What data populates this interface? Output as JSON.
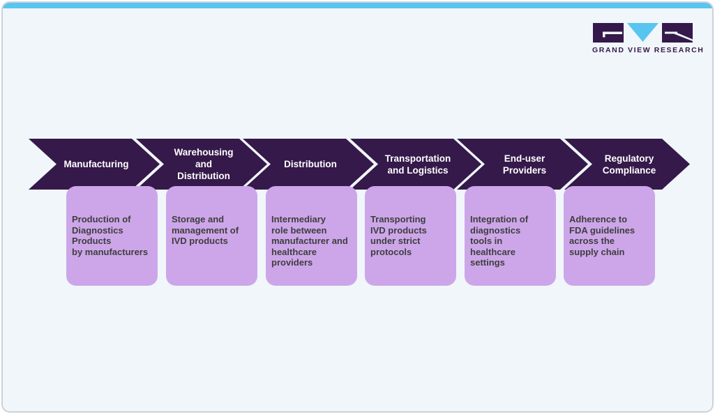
{
  "brand": {
    "name": "GRAND VIEW RESEARCH",
    "logo_icons": [
      "g-block-icon",
      "v-triangle-icon",
      "r-block-icon"
    ]
  },
  "colors": {
    "dark_purple": "#35194a",
    "light_purple": "#cda6e9",
    "cyan_bar": "#58c5f0",
    "card_background": "#f0f6fa",
    "box_text": "#3e3e3e",
    "arrow_text": "#ffffff"
  },
  "stages": [
    {
      "label": "Manufacturing",
      "description": "Production of\nDiagnostics\nProducts\nby manufacturers"
    },
    {
      "label": "Warehousing and\nDistribution",
      "description": "Storage and\nmanagement of\nIVD products"
    },
    {
      "label": "Distribution",
      "description": "Intermediary\nrole between\nmanufacturer and\nhealthcare\nproviders"
    },
    {
      "label": "Transportation\nand Logistics",
      "description": "Transporting\nIVD products\nunder strict\nprotocols"
    },
    {
      "label": "End-user\nProviders",
      "description": "Integration of\ndiagnostics\ntools in\nhealthcare\nsettings"
    },
    {
      "label": "Regulatory\nCompliance",
      "description": "Adherence to\nFDA guidelines\nacross the\nsupply chain"
    }
  ]
}
